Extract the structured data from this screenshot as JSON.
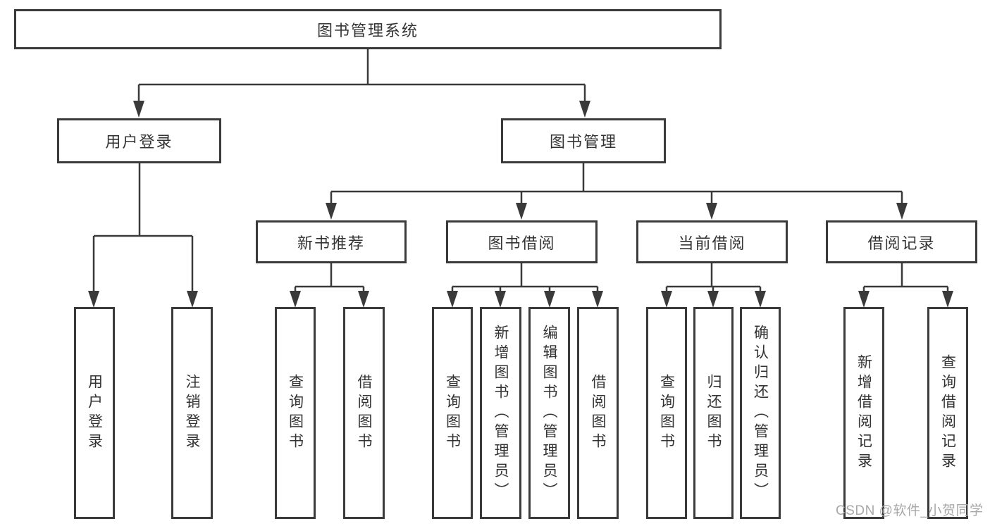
{
  "diagram": {
    "title": "图书管理系统",
    "branches": [
      {
        "label": "用户登录",
        "children": [
          {
            "label": "用户登录"
          },
          {
            "label": "注销登录"
          }
        ]
      },
      {
        "label": "图书管理",
        "children": [
          {
            "label": "新书推荐",
            "children": [
              {
                "label": "查询图书"
              },
              {
                "label": "借阅图书"
              }
            ]
          },
          {
            "label": "图书借阅",
            "children": [
              {
                "label": "查询图书"
              },
              {
                "label": "新增图书（管理员）"
              },
              {
                "label": "编辑图书（管理员）"
              },
              {
                "label": "借阅图书"
              }
            ]
          },
          {
            "label": "当前借阅",
            "children": [
              {
                "label": "查询图书"
              },
              {
                "label": "归还图书"
              },
              {
                "label": "确认归还（管理员）"
              }
            ]
          },
          {
            "label": "借阅记录",
            "children": [
              {
                "label": "新增借阅记录"
              },
              {
                "label": "查询借阅记录"
              }
            ]
          }
        ]
      }
    ]
  },
  "watermark": {
    "text": "CSDN @软件_小贺同学"
  },
  "colors": {
    "line": "#3a3a3a",
    "text": "#333333",
    "watermark": "#a8a8a8",
    "background": "#ffffff"
  }
}
